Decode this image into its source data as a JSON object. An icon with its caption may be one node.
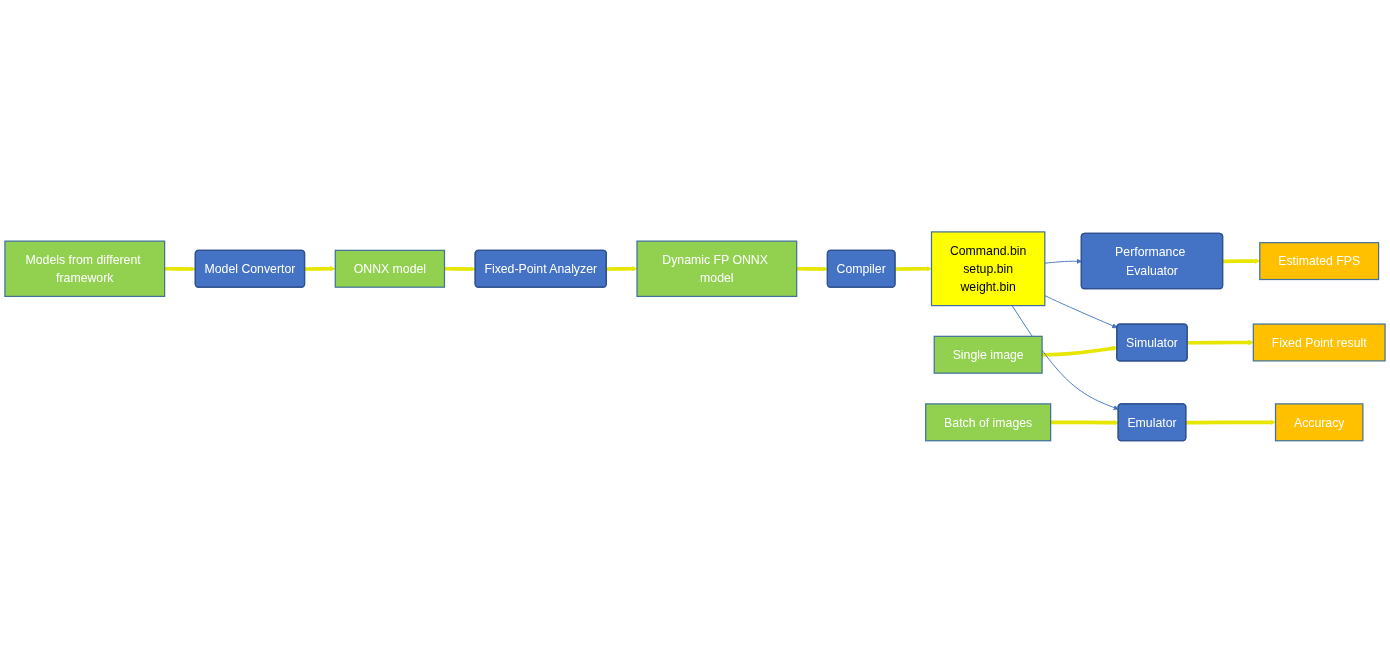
{
  "diagram": {
    "nodes": [
      {
        "text": [
          "Models from different framework"
        ]
      },
      {
        "text": [
          "Model Convertor"
        ]
      },
      {
        "text": [
          "ONNX model"
        ]
      },
      {
        "text": [
          "Fixed-Point Analyzer"
        ]
      },
      {
        "text": [
          "Dynamic FP ONNX model"
        ]
      },
      {
        "text": [
          "Compiler"
        ]
      },
      {
        "text": [
          "Command.bin",
          "setup.bin",
          "weight.bin"
        ]
      },
      {
        "text": [
          "Performance Evaluator"
        ]
      },
      {
        "text": [
          "Estimated FPS"
        ]
      },
      {
        "text": [
          "Simulator"
        ]
      },
      {
        "text": [
          "Fixed Point result"
        ]
      },
      {
        "text": [
          "Single image"
        ]
      },
      {
        "text": [
          "Emulator"
        ]
      },
      {
        "text": [
          "Accuracy"
        ]
      },
      {
        "text": [
          "Batch of images"
        ]
      }
    ],
    "edges": [
      {
        "from": 0,
        "to": 1,
        "arrow": "to"
      },
      {
        "from": 1,
        "to": 2,
        "arrow": "to"
      },
      {
        "from": 2,
        "to": 3,
        "arrow": "to"
      },
      {
        "from": 3,
        "to": 4,
        "arrow": "to"
      },
      {
        "from": 4,
        "to": 5,
        "arrow": "to"
      },
      {
        "from": 5,
        "to": 6,
        "arrow": "to"
      },
      {
        "from": 6,
        "to": 7,
        "arrow": "to",
        "color": "#4472c4"
      },
      {
        "from": 7,
        "to": 8,
        "arrow": "to"
      },
      {
        "from": 6,
        "to": 9,
        "arrow": "to",
        "color": "#4472c4"
      },
      {
        "from": 9,
        "to": 10,
        "arrow": "to"
      },
      {
        "from": 11,
        "to": 9,
        "arrow": "to"
      },
      {
        "from": 6,
        "to": 12,
        "arrow": "to",
        "color": "#4472c4"
      },
      {
        "from": 12,
        "to": 13,
        "arrow": "to"
      },
      {
        "from": 14,
        "to": 12,
        "arrow": "to"
      }
    ]
  }
}
